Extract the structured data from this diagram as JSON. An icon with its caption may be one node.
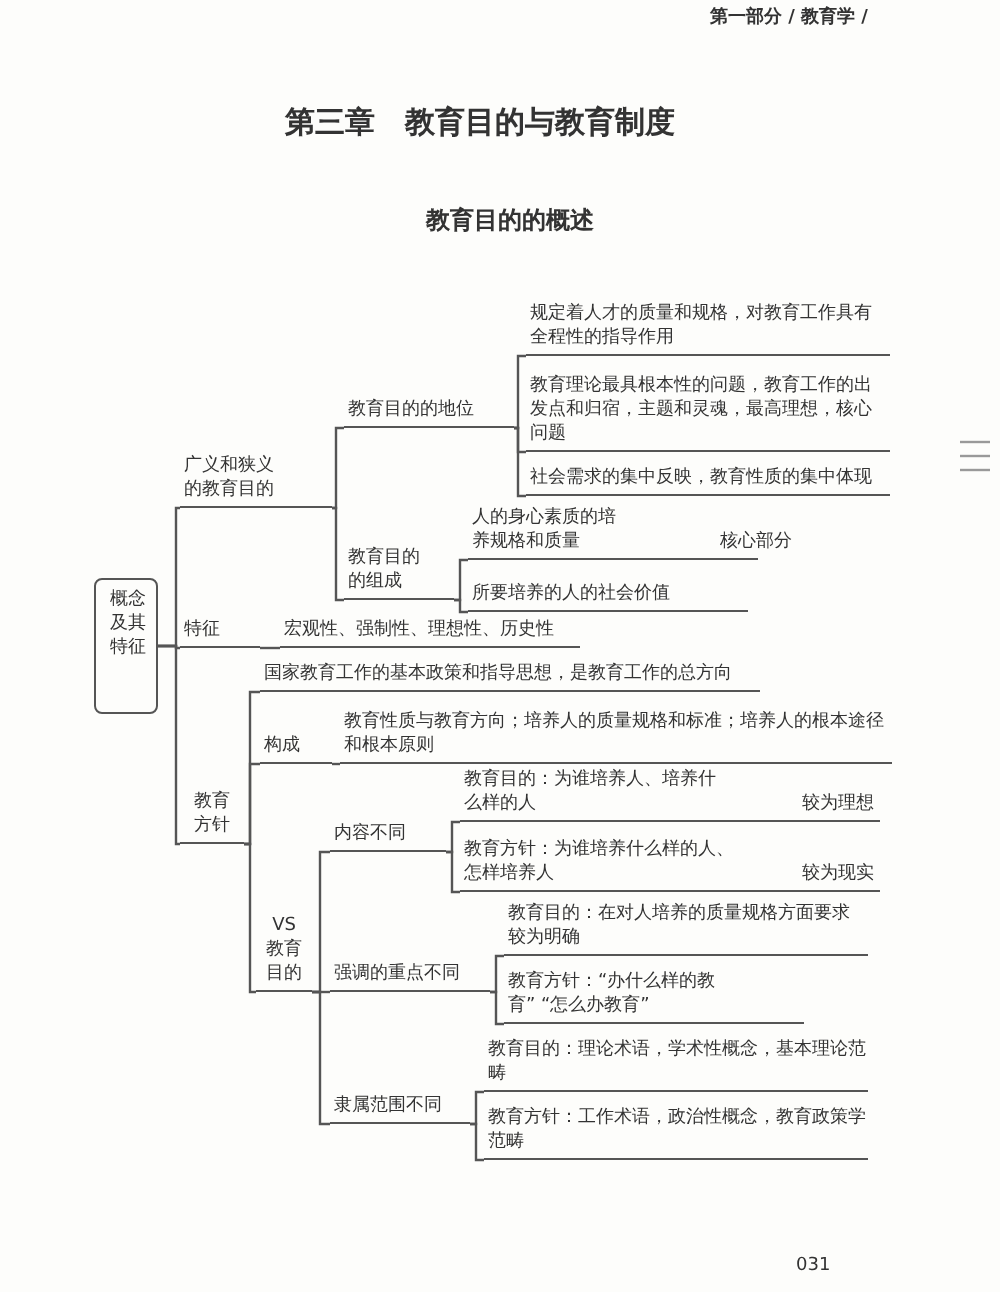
{
  "diagram": {
    "title": "第三章　教育目的与教育制度",
    "nodes": [
      {
        "text": [
          "概念及其特征"
        ]
      },
      {
        "text": [
          "广义和狭义的教育目的"
        ]
      },
      {
        "text": [
          "教育目的的地位"
        ]
      },
      {
        "text": [
          "规定着人才的质量和规格，对教育工作具有全程性的指导作用"
        ]
      },
      {
        "text": [
          "教育理论最具根本性的问题，教育工作的出发点和归宿，主题和灵魂，最高理想，核心问题"
        ]
      },
      {
        "text": [
          "社会需求的集中反映，教育性质的集中体现"
        ]
      },
      {
        "text": [
          "教育目的的组成"
        ]
      },
      {
        "text": [
          "人的身心素质的培养规格和质量"
        ],
        "beside": [
          "核心部分"
        ]
      },
      {
        "text": [
          "所要培养的人的社会价值"
        ]
      },
      {
        "text": [
          "特征"
        ]
      },
      {
        "text": [
          "宏观性、强制性、理想性、历史性"
        ]
      },
      {
        "text": [
          "教育方针"
        ]
      },
      {
        "text": [
          "国家教育工作的基本政策和指导思想，是教育工作的总方向"
        ]
      },
      {
        "text": [
          "构成"
        ]
      },
      {
        "text": [
          "教育性质与教育方向；培养人的质量规格和标准；培养人的根本途径和根本原则"
        ]
      },
      {
        "text": [
          "VS教育目的"
        ]
      },
      {
        "text": [
          "内容不同"
        ]
      },
      {
        "text": [
          "教育目的：为谁培养人、培养什么样的人"
        ],
        "beside": [
          "较为理想"
        ]
      },
      {
        "text": [
          "教育方针：为谁培养什么样的人、怎样培养人"
        ],
        "beside": [
          "较为现实"
        ]
      },
      {
        "text": [
          "强调的重点不同"
        ]
      },
      {
        "text": [
          "教育目的：在对人培养的质量规格方面要求较为明确"
        ]
      },
      {
        "text": [
          "教育方针：“办什么样的教育” “怎么办教育”"
        ]
      },
      {
        "text": [
          "隶属范围不同"
        ]
      },
      {
        "text": [
          "教育目的：理论术语，学术性概念，基本理论范畴"
        ]
      },
      {
        "text": [
          "教育方针：工作术语，政治性概念，教育政策学范畴"
        ]
      }
    ],
    "edges": [
      {
        "from": 0,
        "to": 1,
        "arrow": "none"
      },
      {
        "from": 1,
        "to": 2,
        "arrow": "none"
      },
      {
        "from": 2,
        "to": 3,
        "arrow": "none"
      },
      {
        "from": 2,
        "to": 4,
        "arrow": "none"
      },
      {
        "from": 2,
        "to": 5,
        "arrow": "none"
      },
      {
        "from": 1,
        "to": 6,
        "arrow": "none"
      },
      {
        "from": 6,
        "to": 7,
        "arrow": "none"
      },
      {
        "from": 6,
        "to": 8,
        "arrow": "none"
      },
      {
        "from": 0,
        "to": 9,
        "arrow": "none"
      },
      {
        "from": 9,
        "to": 10,
        "arrow": "none"
      },
      {
        "from": 0,
        "to": 11,
        "arrow": "none"
      },
      {
        "from": 11,
        "to": 12,
        "arrow": "none"
      },
      {
        "from": 11,
        "to": 13,
        "arrow": "none"
      },
      {
        "from": 13,
        "to": 14,
        "arrow": "none"
      },
      {
        "from": 11,
        "to": 15,
        "arrow": "none"
      },
      {
        "from": 15,
        "to": 16,
        "arrow": "none"
      },
      {
        "from": 16,
        "to": 17,
        "arrow": "none"
      },
      {
        "from": 16,
        "to": 18,
        "arrow": "none"
      },
      {
        "from": 15,
        "to": 19,
        "arrow": "none"
      },
      {
        "from": 19,
        "to": 20,
        "arrow": "none"
      },
      {
        "from": 19,
        "to": 21,
        "arrow": "none"
      },
      {
        "from": 15,
        "to": 22,
        "arrow": "none"
      },
      {
        "from": 22,
        "to": 23,
        "arrow": "none"
      },
      {
        "from": 22,
        "to": 24,
        "arrow": "none"
      }
    ],
    "labels": [
      "第一部分 / 教育学 /",
      "教育目的的概述",
      "031"
    ]
  }
}
